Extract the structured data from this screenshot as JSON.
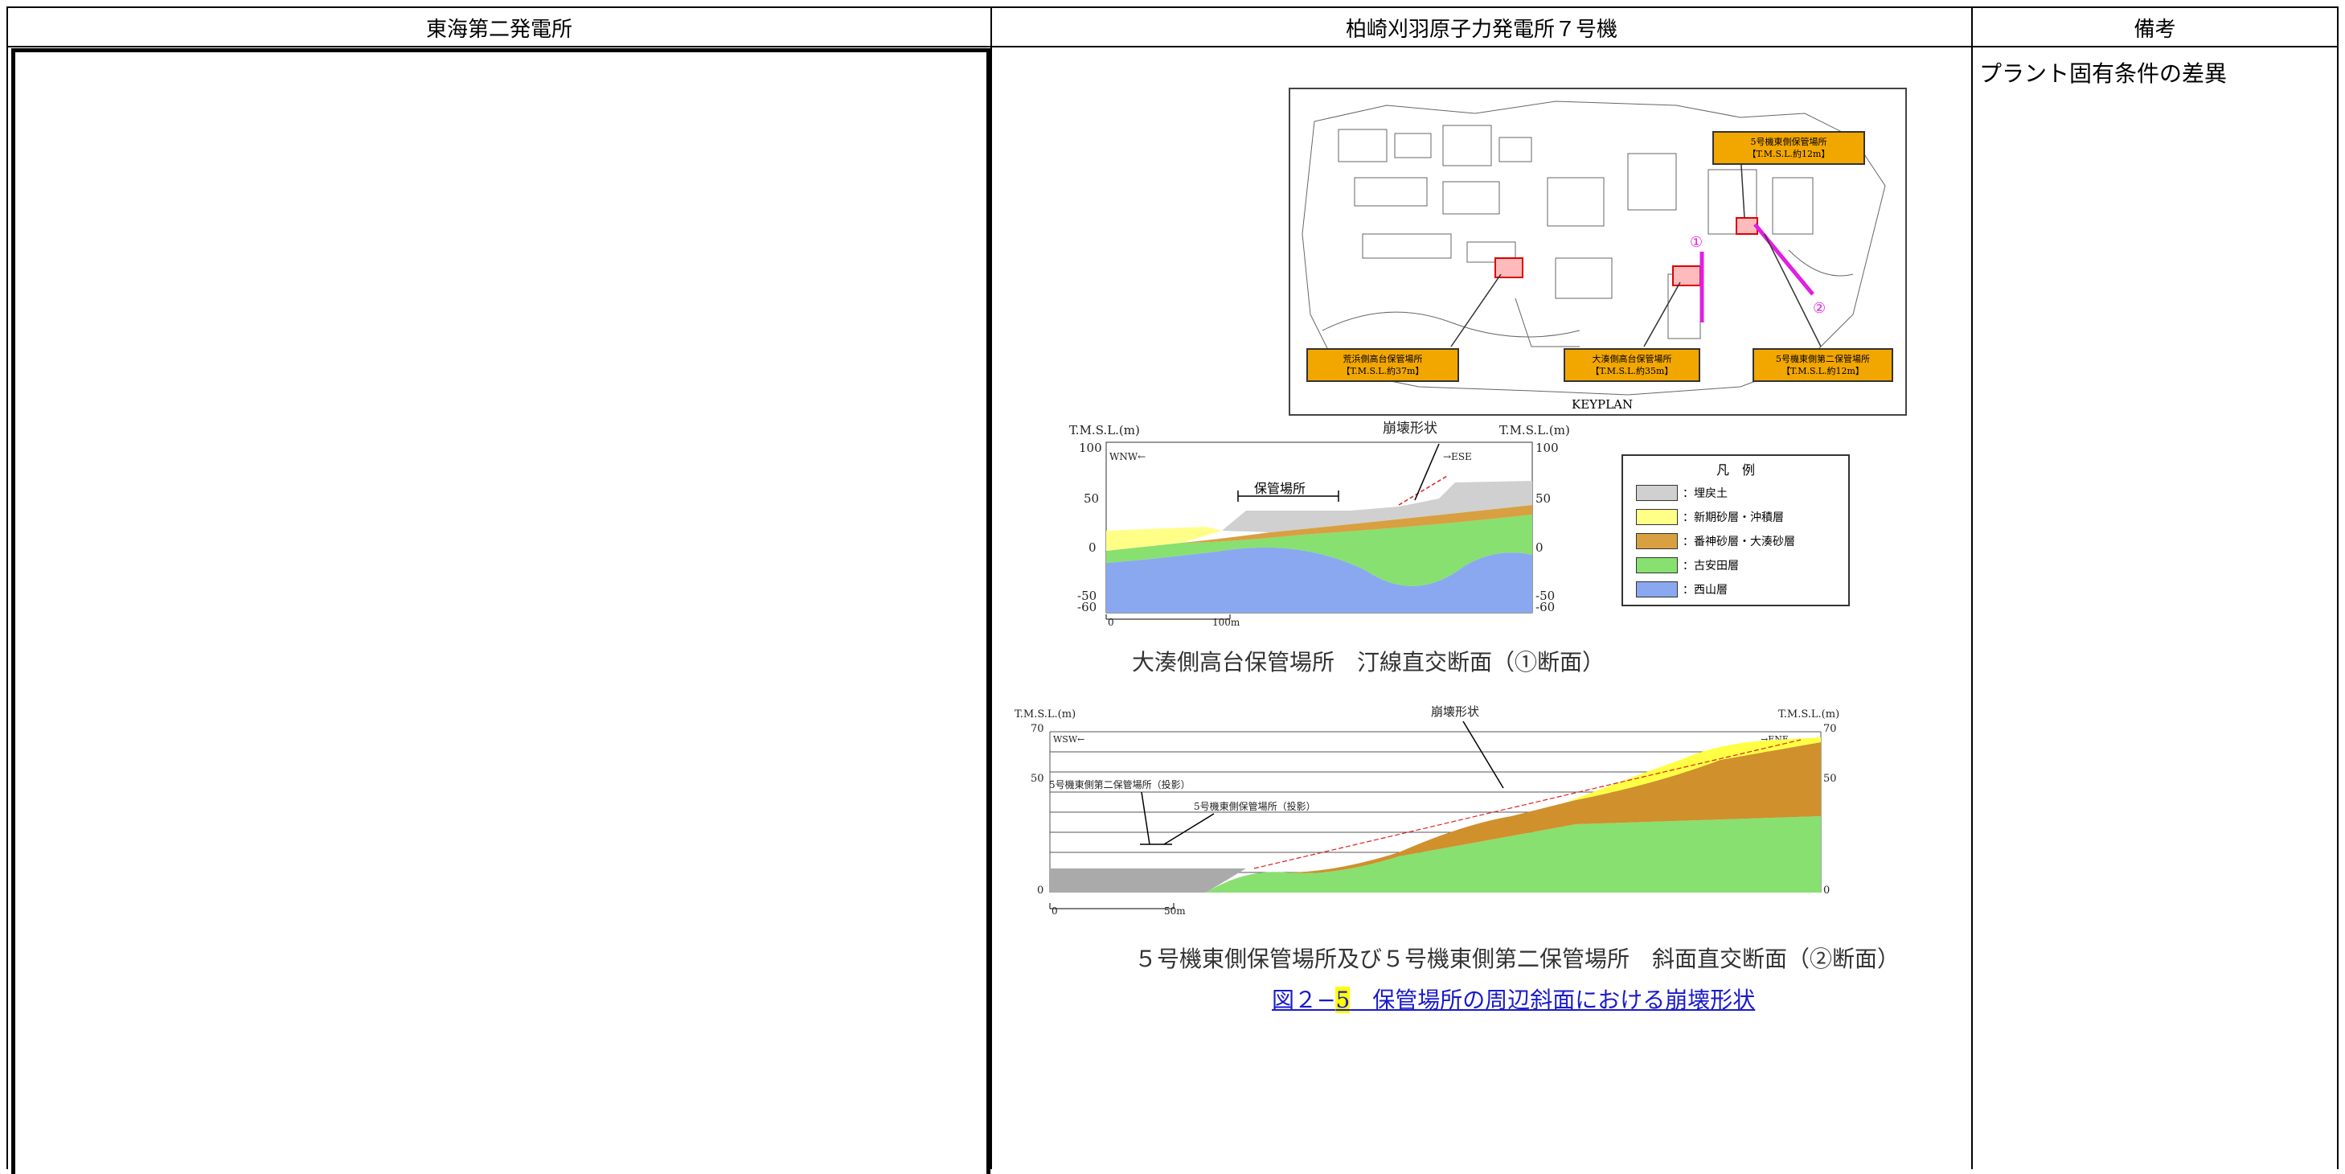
{
  "headers": {
    "col1": "東海第二発電所",
    "col2": "柏崎刈羽原子力発電所７号機",
    "col3": "備考"
  },
  "remarks": {
    "text": "プラント固有条件の差異"
  },
  "keyplan": {
    "label": "KEYPLAN",
    "boxes": [
      {
        "line1": "5号機東側保管場所",
        "line2": "【T.M.S.L.約12m】"
      },
      {
        "line1": "荒浜側高台保管場所",
        "line2": "【T.M.S.L.約37m】"
      },
      {
        "line1": "大湊側高台保管場所",
        "line2": "【T.M.S.L.約35m】"
      },
      {
        "line1": "5号機東側第二保管場所",
        "line2": "【T.M.S.L.約12m】"
      }
    ],
    "markers": [
      "①",
      "②"
    ]
  },
  "section1": {
    "ylabel_left": "T.M.S.L.(m)",
    "ylabel_right": "T.M.S.L.(m)",
    "title_top": "崩壊形状",
    "dir_left": "WNW←",
    "dir_right": "→ESE",
    "storage": "保管場所",
    "yticks": [
      "100",
      "50",
      "0",
      "-50",
      "-60"
    ],
    "scale": [
      "0",
      "100m"
    ],
    "caption": "大湊側高台保管場所　汀線直交断面（①断面）"
  },
  "legend": {
    "title": "凡　例",
    "items": [
      {
        "label": "：埋戻土",
        "color": "#d0d0d0"
      },
      {
        "label": "：新期砂層・沖積層",
        "color": "#ffff88"
      },
      {
        "label": "：番神砂層・大湊砂層",
        "color": "#d8a040"
      },
      {
        "label": "：古安田層",
        "color": "#88e070"
      },
      {
        "label": "：西山層",
        "color": "#8aa8f0"
      }
    ]
  },
  "section2": {
    "ylabel_left": "T.M.S.L.(m)",
    "ylabel_right": "T.M.S.L.(m)",
    "title_top": "崩壊形状",
    "dir_left": "WSW←",
    "dir_right": "→ENE",
    "label_a": "5号機東側第二保管場所（投影）",
    "label_b": "5号機東側保管場所（投影）",
    "yticks": [
      "70",
      "50",
      "0"
    ],
    "scale": [
      "0",
      "50m"
    ],
    "caption": "５号機東側保管場所及び５号機東側第二保管場所　斜面直交断面（②断面）"
  },
  "figure": {
    "prefix": "図２−",
    "number": "5",
    "title": "　保管場所の周辺斜面における崩壊形状"
  }
}
